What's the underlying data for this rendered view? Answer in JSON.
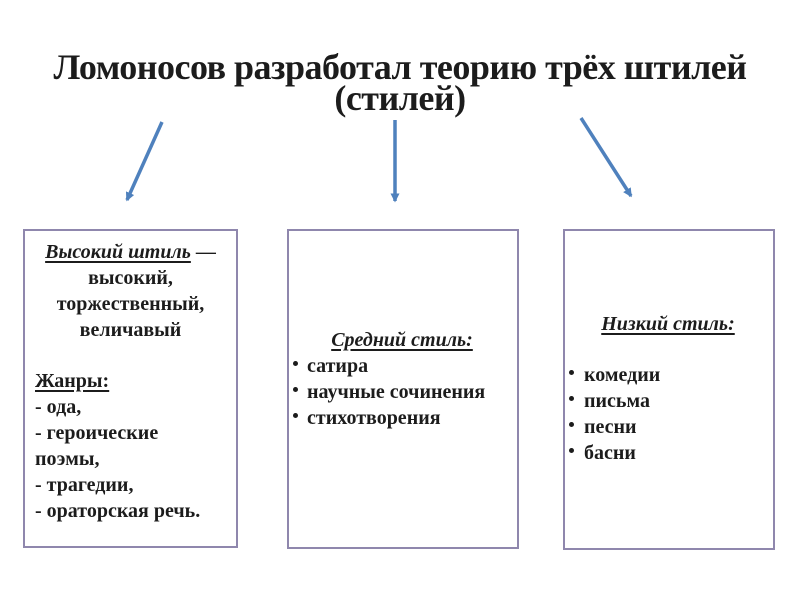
{
  "title": {
    "line1": "Ломоносов разработал теорию трёх штилей",
    "line2": "(стилей)"
  },
  "colors": {
    "arrow": "#4f81bd",
    "box_border": "#8f87ad",
    "text": "#1c1c1c",
    "background": "#ffffff"
  },
  "icons": {
    "arrow_left": "arrow-down-left-icon",
    "arrow_middle": "arrow-down-icon",
    "arrow_right": "arrow-down-right-icon",
    "bullet": "bullet-dot-icon"
  },
  "boxes": {
    "high": {
      "heading": "Высокий штиль",
      "heading_suffix": " —",
      "qualities": [
        "высокий,",
        "торжественный,",
        "величавый"
      ],
      "genres_label": "Жанры:",
      "genres": [
        "- ода,",
        "- героические поэмы,",
        "- трагедии,",
        "- ораторская речь."
      ]
    },
    "middle": {
      "heading": "Средний стиль:",
      "items": [
        "сатира",
        "научные сочинения",
        "стихотворения"
      ]
    },
    "low": {
      "heading": "Низкий стиль:",
      "items": [
        "комедии",
        "письма",
        "песни",
        "басни"
      ]
    }
  }
}
